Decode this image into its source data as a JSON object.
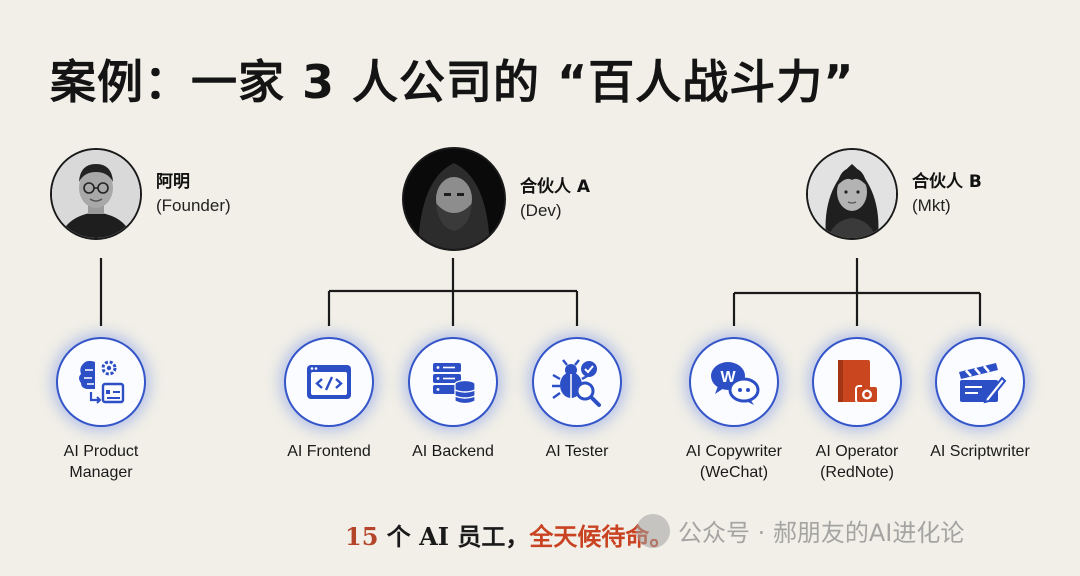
{
  "title": "案例：一家 3 人公司的 “百人战斗力”",
  "people": [
    {
      "name": "阿明",
      "role": "(Founder)",
      "avatar_icon": "man-glasses-portrait"
    },
    {
      "name": "合伙人 A",
      "role": "(Dev)",
      "avatar_icon": "hooded-bearded-man-portrait"
    },
    {
      "name": "合伙人 B",
      "role": "(Mkt)",
      "avatar_icon": "woman-portrait"
    }
  ],
  "agents": [
    {
      "label": "AI Product\nManager",
      "icon": "brain-gear-icon"
    },
    {
      "label": "AI Frontend",
      "icon": "code-window-icon"
    },
    {
      "label": "AI Backend",
      "icon": "server-database-icon"
    },
    {
      "label": "AI Tester",
      "icon": "bug-check-icon"
    },
    {
      "label": "AI Copywriter\n(WeChat)",
      "icon": "wechat-chat-icon"
    },
    {
      "label": "AI Operator\n(RedNote)",
      "icon": "book-camera-icon"
    },
    {
      "label": "AI Scriptwriter",
      "icon": "clapperboard-pen-icon"
    }
  ],
  "footer": {
    "count": "15",
    "text_mid": " 个 AI 员工，",
    "highlight": "全天候待命。"
  },
  "watermark": {
    "text": "公众号 · 郝朋友的AI进化论"
  },
  "colors": {
    "accent": "#3556c9",
    "highlight": "#c94322",
    "background": "#f1efe7"
  }
}
